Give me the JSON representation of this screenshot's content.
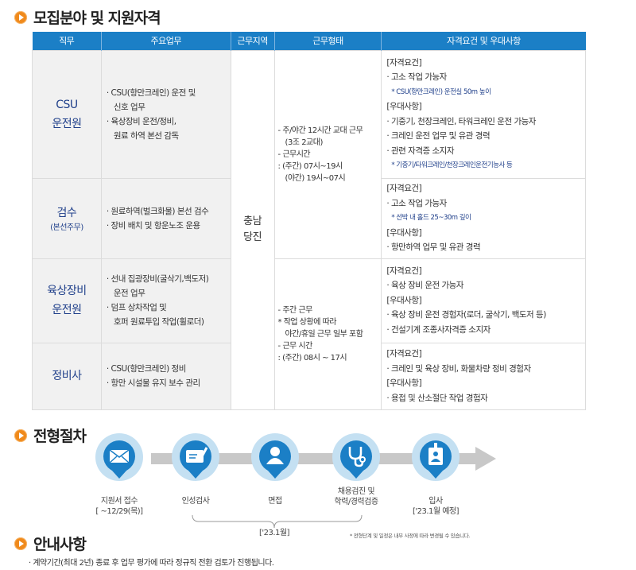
{
  "sections": {
    "recruit_title": "모집분야 및 지원자격",
    "process_title": "전형절차",
    "notice_title": "안내사항"
  },
  "table": {
    "headers": [
      "직무",
      "주요업무",
      "근무지역",
      "근무형태",
      "자격요건 및 우대사항"
    ],
    "location": [
      "충남",
      "당진"
    ],
    "shift_a": [
      "- 주/야간 12시간 교대 근무",
      "(3조 2교대)",
      "- 근무시간",
      ": (주간) 07시~19시",
      "(야간) 19시~07시"
    ],
    "shift_b": [
      "- 주간 근무",
      "* 작업 상황에 따라",
      "야간/휴일 근무 일부 포함",
      "- 근무 시간",
      ": (주간) 08시 ~ 17시"
    ],
    "rows": [
      {
        "job": [
          "CSU",
          "운전원"
        ],
        "duties": [
          "· CSU(항만크레인) 운전 및",
          "신호 업무",
          "· 육상장비 운전/정비,",
          "원료 하역 본선 감독"
        ],
        "req": [
          "[자격요건]",
          "· 고소 작업 가능자",
          "* CSU(항만크레인) 운전실 50m 높이",
          "[우대사항]",
          "· 기중기, 천장크레인, 타워크레인 운전 가능자",
          "· 크레인 운전 업무 및 유관 경력",
          "· 관련 자격증 소지자",
          "* 기중기/타워크레인/천장크레인운전기능사 등"
        ]
      },
      {
        "job": [
          "검수"
        ],
        "job_sub": "(본선주무)",
        "duties": [
          "· 원료하역(벌크화물) 본선 검수",
          "· 장비 배치 및 항운노조 운용"
        ],
        "req": [
          "[자격요건]",
          "· 고소 작업 가능자",
          "* 선박 내 홀드 25~30m 깊이",
          "[우대사항]",
          "· 항만하역 업무 및 유관 경력"
        ]
      },
      {
        "job": [
          "육상장비",
          "운전원"
        ],
        "duties": [
          "· 선내 집광장비(굴삭기,백도저)",
          "운전 업무",
          "· 덤프 상차작업 및",
          "호퍼 원료투입 작업(휠로더)"
        ],
        "req": [
          "[자격요건]",
          "· 육상 장비 운전 가능자",
          "[우대사항]",
          "· 육상 장비 운전 경험자(로더, 굴삭기, 백도저 등)",
          "· 건설기계 조종사자격증 소지자"
        ]
      },
      {
        "job": [
          "정비사"
        ],
        "duties": [
          "· CSU(항만크레인) 정비",
          "· 항만 시설물 유지 보수 관리"
        ],
        "req": [
          "[자격요건]",
          "· 크레인 및 육상 장비, 화물차량 정비 경험자",
          "[우대사항]",
          "· 용접 및 산소절단 작업 경험자"
        ]
      }
    ]
  },
  "process": {
    "steps": [
      {
        "icon": "envelope-icon",
        "label": [
          "지원서 접수",
          "[ ~12/29(목)]"
        ]
      },
      {
        "icon": "writing-icon",
        "label": [
          "인성검사"
        ]
      },
      {
        "icon": "person-icon",
        "label": [
          "면접"
        ]
      },
      {
        "icon": "stethoscope-icon",
        "label": [
          "채용검진 및",
          "학력/경력검증"
        ]
      },
      {
        "icon": "id-badge-icon",
        "label": [
          "입사",
          "['23.1월 예정]"
        ]
      }
    ],
    "group_label": "['23.1월]",
    "disclaimer": "* 전형단계 및 일정은 내부 사정에 따라 변경될 수 있습니다."
  },
  "notice": {
    "items": [
      "· 계약기간(최대 2년) 종료 후 업무 평가에 따라 정규직 전환 검토가 진행됩니다."
    ]
  },
  "colors": {
    "header": "#1b7fc6",
    "accent": "#f08a1c",
    "job_text": "#1f3f8a"
  }
}
